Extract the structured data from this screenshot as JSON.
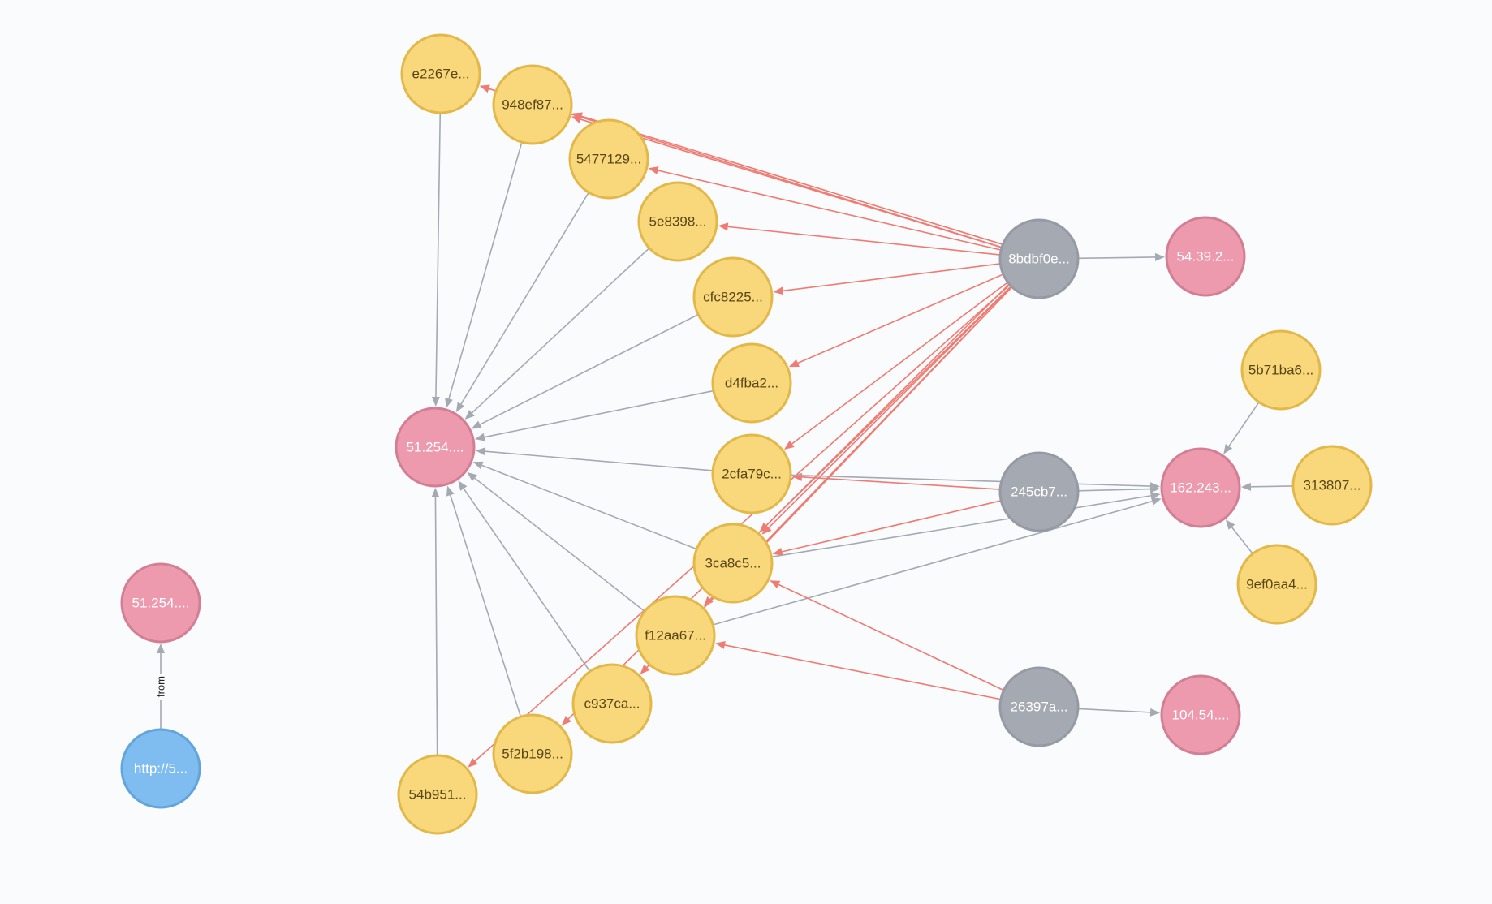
{
  "colors": {
    "background": "#f9fbfc",
    "hash": {
      "fill": "#f9d87c",
      "stroke": "#e3b84a",
      "text": "#5a4616"
    },
    "ip": {
      "fill": "#ed9aaf",
      "stroke": "#d27f94",
      "text": "#ffffff"
    },
    "host": {
      "fill": "#a5a9b2",
      "stroke": "#959aa4",
      "text": "#ffffff"
    },
    "url": {
      "fill": "#7fbdf1",
      "stroke": "#62a5dd",
      "text": "#ffffff"
    },
    "edge_gray": "#a5a9b2",
    "edge_red": "#ef7b72"
  },
  "nodes": [
    {
      "id": "e2267e",
      "label": "e2267e...",
      "type": "hash"
    },
    {
      "id": "948ef87",
      "label": "948ef87...",
      "type": "hash"
    },
    {
      "id": "5477129",
      "label": "5477129...",
      "type": "hash"
    },
    {
      "id": "5e8398",
      "label": "5e8398...",
      "type": "hash"
    },
    {
      "id": "cfc8225",
      "label": "cfc8225...",
      "type": "hash"
    },
    {
      "id": "d4fba2",
      "label": "d4fba2...",
      "type": "hash"
    },
    {
      "id": "ip51a",
      "label": "51.254....",
      "type": "ip"
    },
    {
      "id": "2cfa79c",
      "label": "2cfa79c...",
      "type": "hash"
    },
    {
      "id": "3ca8c5",
      "label": "3ca8c5...",
      "type": "hash"
    },
    {
      "id": "f12aa67",
      "label": "f12aa67...",
      "type": "hash"
    },
    {
      "id": "c937ca",
      "label": "c937ca...",
      "type": "hash"
    },
    {
      "id": "5f2b198",
      "label": "5f2b198...",
      "type": "hash"
    },
    {
      "id": "54b951",
      "label": "54b951...",
      "type": "hash"
    },
    {
      "id": "8bdbf0e",
      "label": "8bdbf0e...",
      "type": "host"
    },
    {
      "id": "ip54",
      "label": "54.39.2...",
      "type": "ip"
    },
    {
      "id": "5b71ba6",
      "label": "5b71ba6...",
      "type": "hash"
    },
    {
      "id": "ip162",
      "label": "162.243...",
      "type": "ip"
    },
    {
      "id": "313807",
      "label": "313807...",
      "type": "hash"
    },
    {
      "id": "9ef0aa4",
      "label": "9ef0aa4...",
      "type": "hash"
    },
    {
      "id": "245cb7",
      "label": "245cb7...",
      "type": "host"
    },
    {
      "id": "26397a",
      "label": "26397a...",
      "type": "host"
    },
    {
      "id": "ip104",
      "label": "104.54....",
      "type": "ip"
    },
    {
      "id": "ip51b",
      "label": "51.254....",
      "type": "ip"
    },
    {
      "id": "url5",
      "label": "http://5...",
      "type": "url"
    }
  ],
  "edges": [
    {
      "from": "e2267e",
      "to": "ip51a",
      "color": "gray"
    },
    {
      "from": "948ef87",
      "to": "ip51a",
      "color": "gray"
    },
    {
      "from": "5477129",
      "to": "ip51a",
      "color": "gray"
    },
    {
      "from": "5e8398",
      "to": "ip51a",
      "color": "gray"
    },
    {
      "from": "cfc8225",
      "to": "ip51a",
      "color": "gray"
    },
    {
      "from": "d4fba2",
      "to": "ip51a",
      "color": "gray"
    },
    {
      "from": "2cfa79c",
      "to": "ip51a",
      "color": "gray"
    },
    {
      "from": "3ca8c5",
      "to": "ip51a",
      "color": "gray"
    },
    {
      "from": "f12aa67",
      "to": "ip51a",
      "color": "gray"
    },
    {
      "from": "c937ca",
      "to": "ip51a",
      "color": "gray"
    },
    {
      "from": "5f2b198",
      "to": "ip51a",
      "color": "gray"
    },
    {
      "from": "54b951",
      "to": "ip51a",
      "color": "gray"
    },
    {
      "from": "8bdbf0e",
      "to": "e2267e",
      "color": "red"
    },
    {
      "from": "8bdbf0e",
      "to": "948ef87",
      "color": "red"
    },
    {
      "from": "8bdbf0e",
      "to": "948ef87",
      "color": "red"
    },
    {
      "from": "8bdbf0e",
      "to": "5477129",
      "color": "red"
    },
    {
      "from": "8bdbf0e",
      "to": "5e8398",
      "color": "red"
    },
    {
      "from": "8bdbf0e",
      "to": "cfc8225",
      "color": "red"
    },
    {
      "from": "8bdbf0e",
      "to": "d4fba2",
      "color": "red"
    },
    {
      "from": "8bdbf0e",
      "to": "2cfa79c",
      "color": "red"
    },
    {
      "from": "8bdbf0e",
      "to": "3ca8c5",
      "color": "red"
    },
    {
      "from": "8bdbf0e",
      "to": "3ca8c5",
      "color": "red"
    },
    {
      "from": "8bdbf0e",
      "to": "f12aa67",
      "color": "red"
    },
    {
      "from": "8bdbf0e",
      "to": "c937ca",
      "color": "red"
    },
    {
      "from": "8bdbf0e",
      "to": "5f2b198",
      "color": "red"
    },
    {
      "from": "8bdbf0e",
      "to": "54b951",
      "color": "red"
    },
    {
      "from": "8bdbf0e",
      "to": "ip54",
      "color": "gray"
    },
    {
      "from": "245cb7",
      "to": "2cfa79c",
      "color": "red"
    },
    {
      "from": "245cb7",
      "to": "3ca8c5",
      "color": "red"
    },
    {
      "from": "245cb7",
      "to": "ip162",
      "color": "gray"
    },
    {
      "from": "2cfa79c",
      "to": "ip162",
      "color": "gray"
    },
    {
      "from": "3ca8c5",
      "to": "ip162",
      "color": "gray"
    },
    {
      "from": "f12aa67",
      "to": "ip162",
      "color": "gray"
    },
    {
      "from": "5b71ba6",
      "to": "ip162",
      "color": "gray"
    },
    {
      "from": "313807",
      "to": "ip162",
      "color": "gray"
    },
    {
      "from": "9ef0aa4",
      "to": "ip162",
      "color": "gray"
    },
    {
      "from": "26397a",
      "to": "3ca8c5",
      "color": "red"
    },
    {
      "from": "26397a",
      "to": "f12aa67",
      "color": "red"
    },
    {
      "from": "26397a",
      "to": "ip104",
      "color": "gray"
    },
    {
      "from": "url5",
      "to": "ip51b",
      "color": "gray",
      "label": "from"
    }
  ]
}
